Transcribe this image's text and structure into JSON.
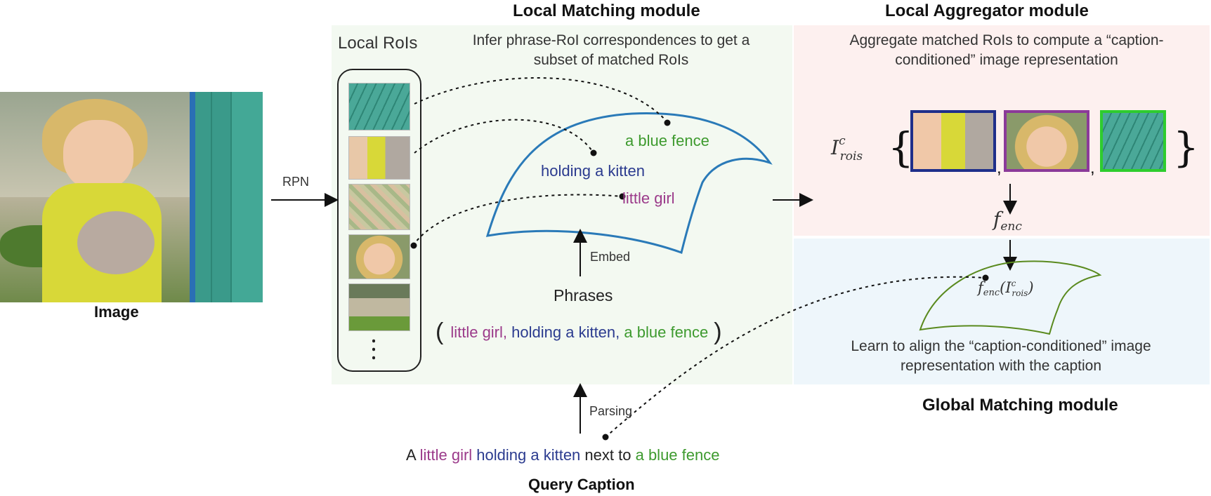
{
  "image_caption": "Image",
  "rpn_label": "RPN",
  "local_rois_label": "Local RoIs",
  "local_matching": {
    "title": "Local Matching module",
    "description": "Infer phrase-RoI correspondences to get a subset of matched RoIs"
  },
  "local_aggregator": {
    "title": "Local Aggregator module",
    "description": "Aggregate matched RoIs to compute a “caption-conditioned” image representation"
  },
  "global_matching": {
    "title": "Global Matching module",
    "description": "Learn to align the “caption-conditioned” image representation with the caption"
  },
  "embed_label": "Embed",
  "phrases_label": "Phrases",
  "parsing_label": "Parsing",
  "query_caption_label": "Query Caption",
  "embedded_phrases": {
    "fence": "a blue fence",
    "kitten": "holding a kitten",
    "girl": "little girl"
  },
  "phrase_tuple": {
    "open": "(",
    "girl": "little girl",
    "sep1": ",",
    "kitten": "holding a kitten",
    "sep2": ",",
    "fence": "a blue fence",
    "close": ")"
  },
  "query_caption": {
    "part1": "A",
    "girl": "little girl",
    "kitten": "holding a kitten",
    "part2": "next to",
    "fence": "a blue fence"
  },
  "math": {
    "irois_base": "I",
    "irois_sup": "c",
    "irois_sub": "rois",
    "fenc_base": "f",
    "fenc_sub": "enc",
    "fenc_arg_open": "(",
    "fenc_arg_close": ")",
    "set_open": "{",
    "set_close": "}",
    "comma": ","
  },
  "colors": {
    "local_matching_bg": "#f3f9f1",
    "aggregator_bg": "#fdf0ef",
    "global_bg": "#eef6fb",
    "blue_curve": "#2a7ab8",
    "green_curve": "#5a8a1e",
    "thumb_blue": "#1f2f8a",
    "thumb_purple": "#8b3a99",
    "thumb_green": "#2ecc2e",
    "girl": "#9b3a8a",
    "kitten": "#2b3b8f",
    "fence": "#3d9a2e"
  }
}
